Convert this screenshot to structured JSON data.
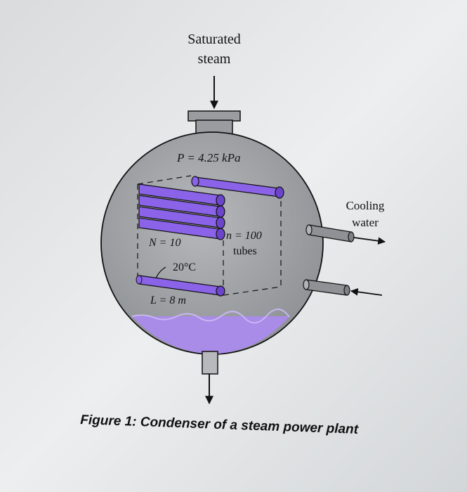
{
  "labels": {
    "inlet_line1": "Saturated",
    "inlet_line2": "steam",
    "pressure": "P = 4.25 kPa",
    "cooling_line1": "Cooling",
    "cooling_line2": "water",
    "tube_count": "n = 100",
    "tube_word": "tubes",
    "rows": "N = 10",
    "temperature": "20°C",
    "length": "L = 8 m"
  },
  "caption": "Figure 1: Condenser of a steam power plant",
  "colors": {
    "vessel": "#9c9ea2",
    "tube": "#8a63e8",
    "condensate": "#a98be8",
    "pipe": "#8f9194",
    "outline": "#111111"
  }
}
